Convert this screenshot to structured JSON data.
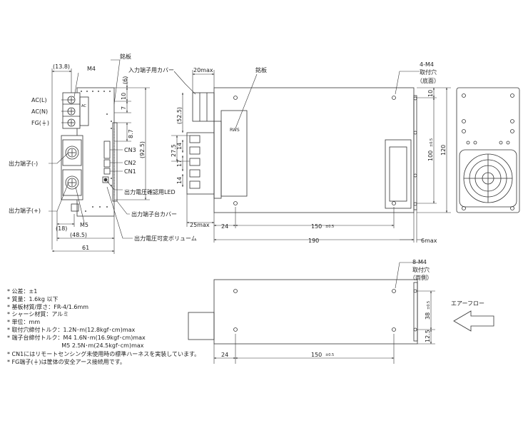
{
  "labels": {
    "dim_13_8": "(13.8)",
    "m4": "M4",
    "nameplate_front": "銘板",
    "input_cover": "入力端子用カバー",
    "dim_20max": "20max",
    "nameplate_side": "銘板",
    "mount_4m4": "4-M4",
    "mount_hole": "取付穴",
    "mount_bottom": "（底面）",
    "ac_l": "AC(L)",
    "ac_n": "AC(N)",
    "fg": "FG(⏚)",
    "out_neg": "出力端子(-)",
    "out_pos": "出力端子(+)",
    "cn3": "CN3",
    "cn2": "CN2",
    "cn1": "CN1",
    "led": "出力電圧確認用LED",
    "out_cover": "出力端子台カバー",
    "vol": "出力電圧可変ボリューム",
    "m5": "M5",
    "dim_18": "(18)",
    "dim_48_5": "(48.5)",
    "dim_61": "61",
    "dim_25max": "25max",
    "dim_24a": "24",
    "dim_150a": "150",
    "tol_a": "±0.5",
    "dim_190": "190",
    "dim_6max": "6max",
    "dim_6": "(6)",
    "dim_10": "10",
    "dim_7": "7",
    "dim_8_7": "8.7",
    "dim_92_5": "(92.5)",
    "dim_52_5": "(52.5)",
    "dim_27_5": "27.5",
    "dim_14a": "14",
    "dim_17": "17",
    "dim_14b": "14",
    "dim_10r": "10",
    "dim_100": "100",
    "tol_100": "±0.5",
    "dim_120": "120",
    "mount_8m4": "8-M4",
    "mount_hole2": "取付穴",
    "mount_both": "（両側）",
    "airflow": "エアーフロー",
    "dim_24b": "24",
    "dim_150b": "150",
    "tol_b": "±0.5",
    "dim_38": "38",
    "tol_38": "±0.5",
    "dim_12_5": "12.5"
  },
  "notes": [
    "* 公差：±1",
    "* 質量：1.6kg 以下",
    "* 基板材質/厚さ：FR-4/1.6mm",
    "* シャーシ材質：アルミ",
    "* 単位：mm",
    "* 取付穴締付トルク：1.2N･m(12.8kgf･cm)max",
    "* 端子台締付トルク：M4 1.6N･m(16.9kgf･cm)max",
    "                              M5 2.5N･m(24.5kgf･cm)max",
    "* CN1にはリモートセンシング未使用時の標準ハーネスを実装しています。",
    "* FG端子(⏚)は筐体の安全アース接続用です。"
  ]
}
